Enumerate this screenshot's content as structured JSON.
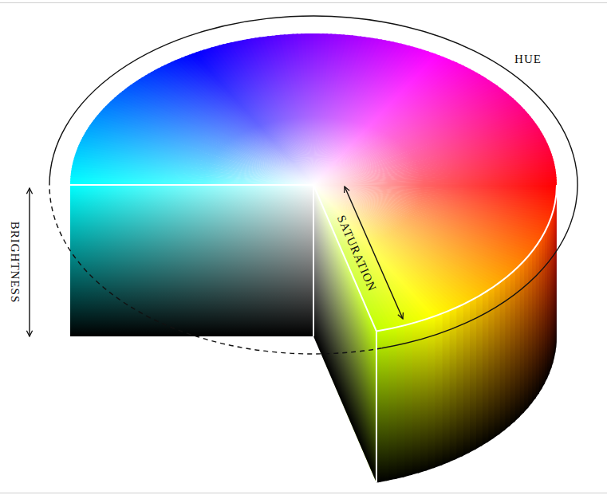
{
  "diagram": {
    "labels": [
      "HUE",
      "SATURATION",
      "BRIGHTNESS"
    ]
  }
}
